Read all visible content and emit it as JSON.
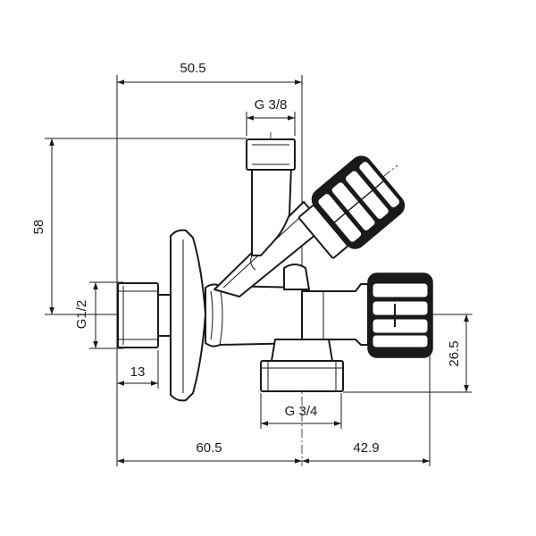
{
  "dimensions": {
    "top_width": "50.5",
    "top_outlet": "G 3/8",
    "height": "58",
    "inlet_thread": "G1/2",
    "inlet_length": "13",
    "bottom_outlet": "G 3/4",
    "bottom_left": "60.5",
    "bottom_right": "42.9",
    "right_height": "26.5"
  }
}
